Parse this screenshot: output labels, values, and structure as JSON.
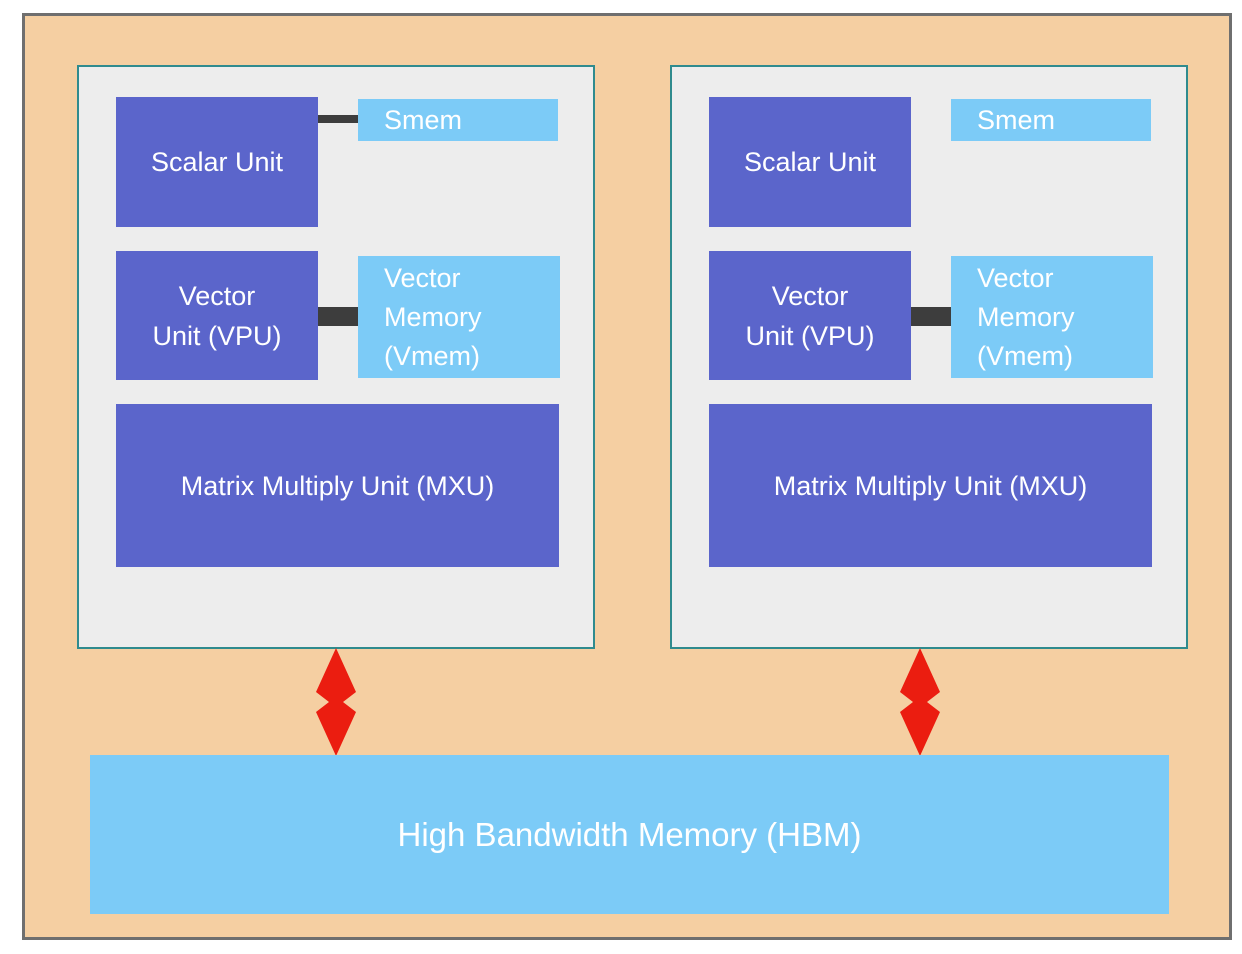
{
  "diagram": {
    "description": "TPU chip architecture diagram with two cores and shared high bandwidth memory",
    "cores": {
      "left": {
        "scalar_unit": "Scalar Unit",
        "smem": "Smem",
        "vector_unit": "Vector\nUnit (VPU)",
        "vector_memory": "Vector\nMemory\n(Vmem)",
        "mxu": "Matrix Multiply Unit (MXU)"
      },
      "right": {
        "scalar_unit": "Scalar Unit",
        "smem": "Smem",
        "vector_unit": "Vector\nUnit (VPU)",
        "vector_memory": "Vector\nMemory\n(Vmem)",
        "mxu": "Matrix Multiply Unit (MXU)"
      }
    },
    "hbm": {
      "label": "High Bandwidth Memory (HBM)"
    },
    "colors": {
      "frame_background": "#f5cfa2",
      "frame_border": "#6f6f6f",
      "core_background": "#ededed",
      "core_border": "#2f8b8e",
      "unit_fill": "#5b65cb",
      "memory_fill": "#7ccbf7",
      "connector": "#3d3d3d",
      "arrow": "#eb1d10",
      "text": "#ffffff"
    }
  }
}
